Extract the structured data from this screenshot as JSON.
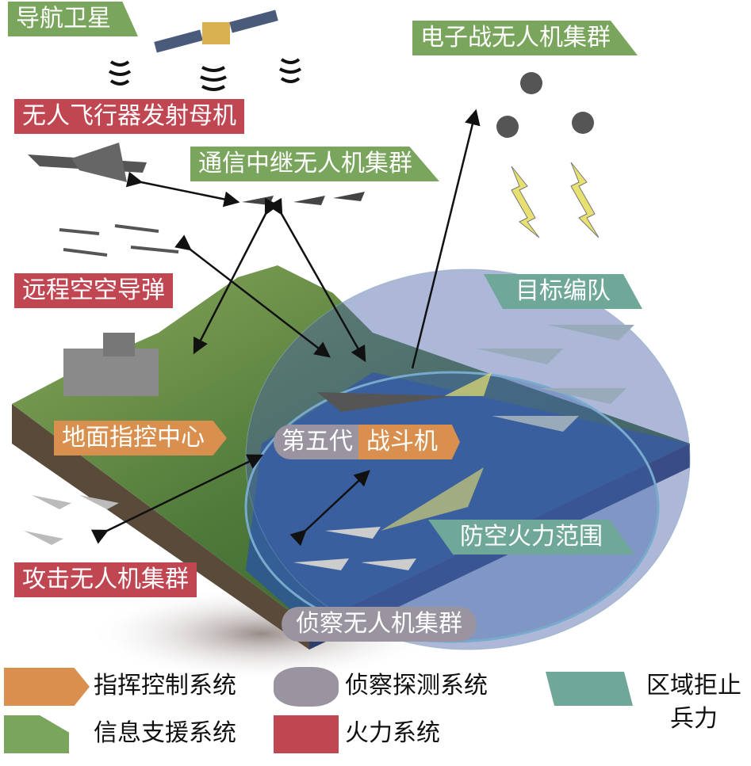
{
  "labels": {
    "nav_satellite": "导航卫星",
    "ew_uav_swarm": "电子战无人机集群",
    "uav_mothership": "无人飞行器发射母机",
    "relay_uav_swarm": "通信中继无人机集群",
    "long_range_missile": "远程空空导弹",
    "target_formation": "目标编队",
    "ground_command": "地面指控中心",
    "fifth_gen": "第五代",
    "fighter": "战斗机",
    "air_defense_range": "防空火力范围",
    "attack_uav_swarm": "攻击无人机集群",
    "recon_uav_swarm": "侦察无人机集群"
  },
  "legend": [
    {
      "label": "指挥控制系统",
      "color": "#d9904f"
    },
    {
      "label": "侦察探测系统",
      "color": "#9a93a0"
    },
    {
      "label": "区域拒止",
      "label2": "兵力",
      "color": "#6fa898"
    },
    {
      "label": "信息支援系统",
      "color": "#7aa55c"
    },
    {
      "label": "火力系统",
      "color": "#c04652"
    }
  ]
}
